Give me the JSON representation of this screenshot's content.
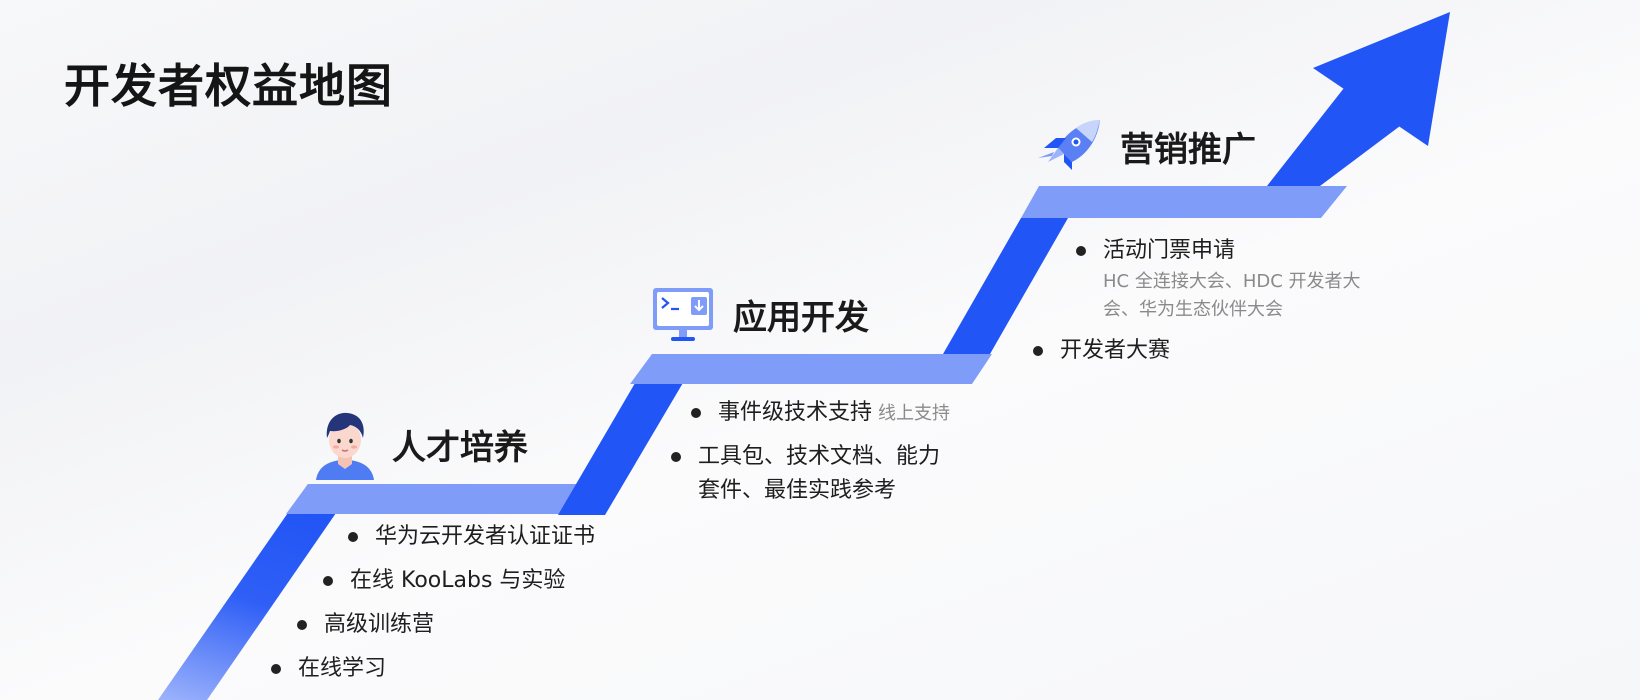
{
  "title": "开发者权益地图",
  "colors": {
    "primary_blue": "#2255f5",
    "light_blue": "#7f9df8",
    "text_dark": "#1e1e1e",
    "text_gray": "#8a8a8a"
  },
  "stages": [
    {
      "id": "talent",
      "title": "人才培养",
      "icon": "developer-avatar-icon",
      "items": [
        {
          "text": "华为云开发者认证证书"
        },
        {
          "text": "在线 KooLabs 与实验"
        },
        {
          "text": "高级训练营"
        },
        {
          "text": "在线学习"
        }
      ]
    },
    {
      "id": "app-dev",
      "title": "应用开发",
      "icon": "monitor-download-icon",
      "items": [
        {
          "text": "事件级技术支持",
          "note": "线上支持"
        },
        {
          "text": "工具包、技术文档、能力",
          "continuation": "套件、最佳实践参考"
        }
      ]
    },
    {
      "id": "marketing",
      "title": "营销推广",
      "icon": "rocket-icon",
      "items": [
        {
          "text": "活动门票申请",
          "sub": "HC 全连接大会、HDC 开发者大会、华为生态伙伴大会"
        },
        {
          "text": "开发者大赛"
        }
      ]
    }
  ]
}
